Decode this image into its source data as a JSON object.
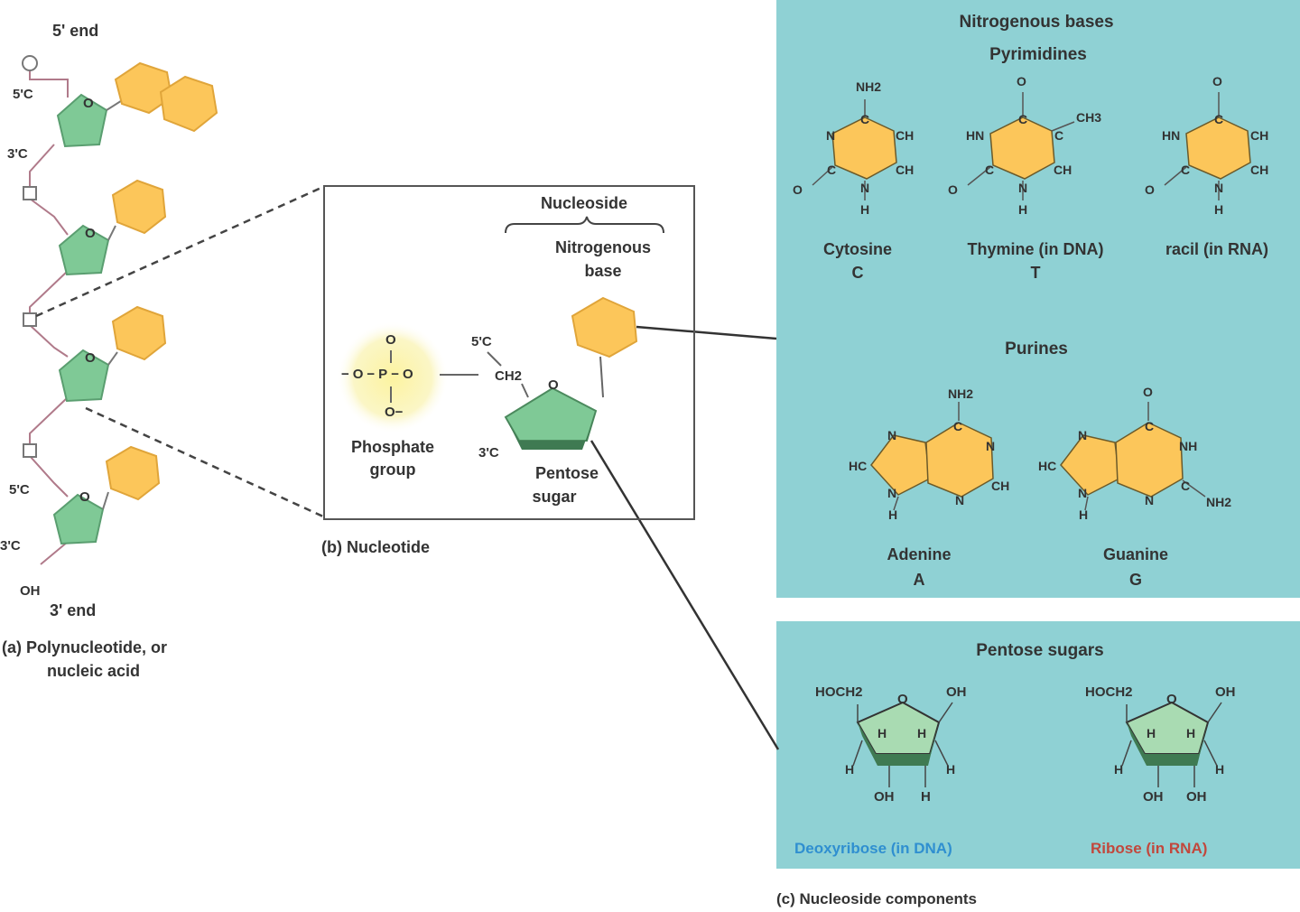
{
  "panel_a": {
    "five_end": "5' end",
    "three_end": "3' end",
    "c5_top": "5'C",
    "c3_top": "3'C",
    "c5_bottom": "5'C",
    "c3_bottom": "3'C",
    "oh": "OH",
    "caption_line1": "(a) Polynucleotide, or",
    "caption_line2": "nucleic acid"
  },
  "panel_b": {
    "nucleoside_label": "Nucleoside",
    "base_line1": "Nitrogenous",
    "base_line2": "base",
    "phosphate_line1": "Phosphate",
    "phosphate_line2": "group",
    "sugar_line1": "Pentose",
    "sugar_line2": "sugar",
    "c5": "5'C",
    "c3": "3'C",
    "ch2": "CH2",
    "ring_o": "O",
    "p_formula": "−O−P−O",
    "p_top": "O",
    "p_bottom": "O−",
    "caption": "(b) Nucleotide"
  },
  "panel_c": {
    "nitrogenous_bases": "Nitrogenous bases",
    "pyrimidines": "Pyrimidines",
    "cytosine_name": "Cytosine",
    "cytosine_letter": "C",
    "thymine_name": "Thymine (in DNA)",
    "thymine_letter": "T",
    "uracil_name": "racil (in RNA)",
    "purines": "Purines",
    "adenine_name": "Adenine",
    "adenine_letter": "A",
    "guanine_name": "Guanine",
    "guanine_letter": "G",
    "pentose_sugars": "Pentose sugars",
    "deoxyribose_name": "Deoxyribose (in DNA)",
    "ribose_name": "Ribose (in RNA)",
    "caption": "(c) Nucleoside components"
  },
  "chem": {
    "nh2": "NH2",
    "ch3": "CH3",
    "o": "O",
    "h": "H",
    "n": "N",
    "c": "C",
    "hn": "HN",
    "nh": "NH",
    "hc": "HC",
    "ch": "CH",
    "oh": "OH",
    "hoch2": "HOCH2"
  },
  "colors": {
    "base_yellow": "#fcc65a",
    "sugar_green": "#7fc996",
    "panel_teal": "#8fd1d4",
    "phosphate_glow": "#fbf5b4",
    "deoxyribose_blue": "#2f8fd0",
    "ribose_red": "#c2473c"
  }
}
